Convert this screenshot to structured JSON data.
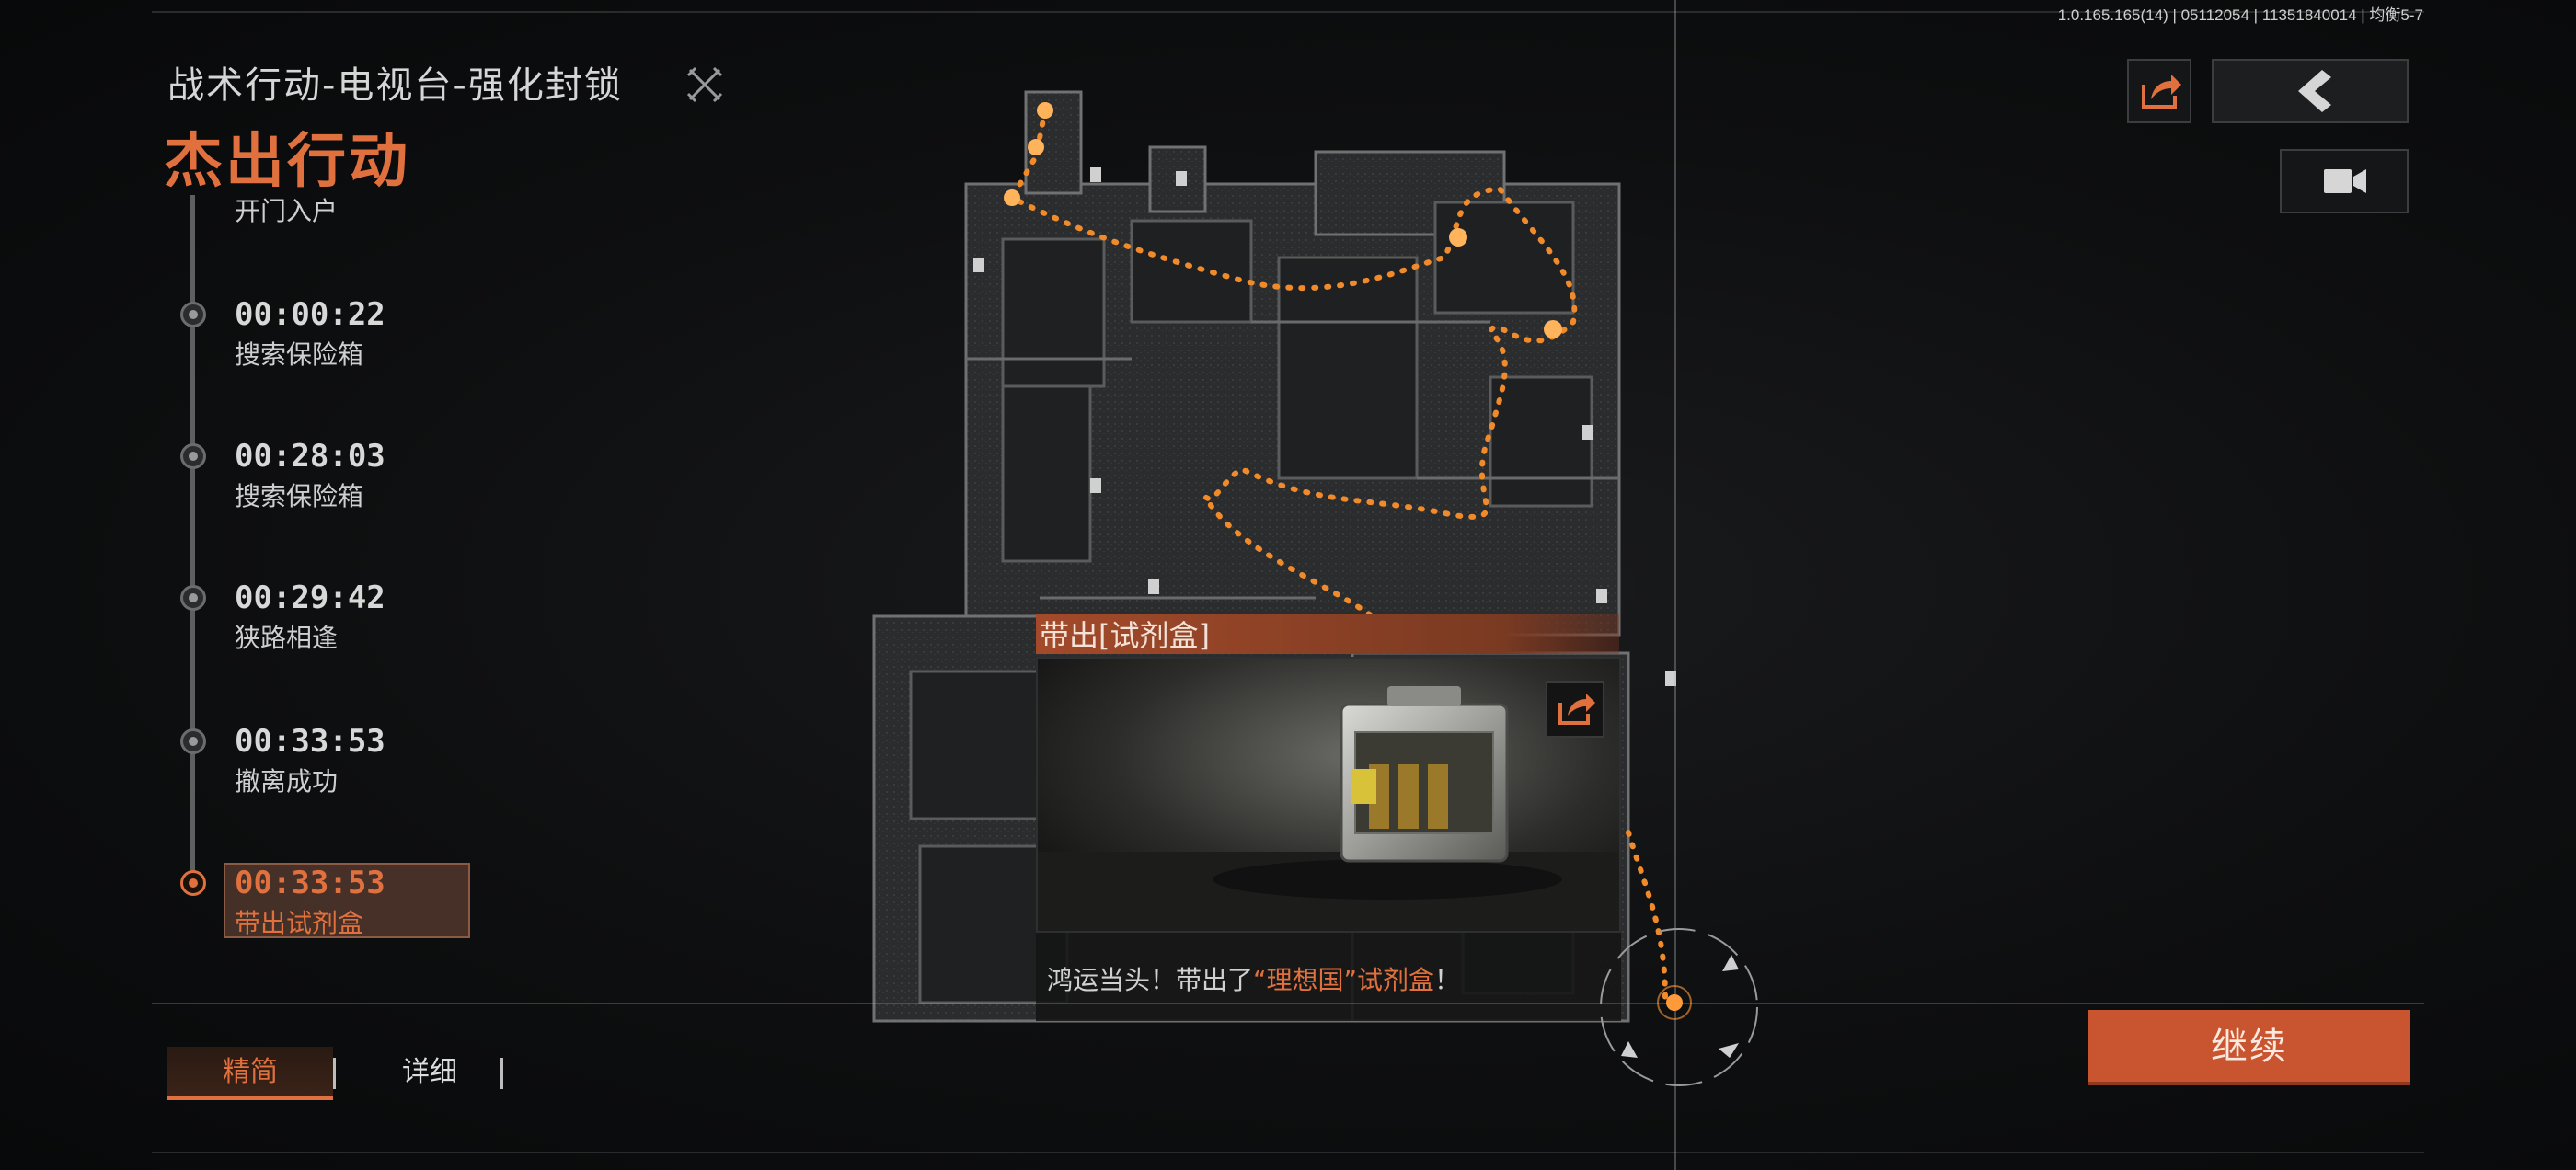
{
  "version": "1.0.165.165(14) | 05112054 | 11351840014 | 均衡5-7",
  "header": {
    "mode_title": "战术行动-电视台-强化封锁",
    "rating": "杰出行动"
  },
  "timeline": {
    "entries": [
      {
        "time": "",
        "label": "开门入户"
      },
      {
        "time": "00:00:22",
        "label": "搜索保险箱"
      },
      {
        "time": "00:28:03",
        "label": "搜索保险箱"
      },
      {
        "time": "00:29:42",
        "label": "狭路相逢"
      },
      {
        "time": "00:33:53",
        "label": "撤离成功"
      },
      {
        "time": "00:33:53",
        "label": "带出试剂盒",
        "active": true
      }
    ]
  },
  "event": {
    "title": "带出[试剂盒]",
    "caption_prefix": "鸿运当头！带出了",
    "caption_highlight": "“理想国”试剂盒",
    "caption_suffix": "！"
  },
  "tabs": [
    {
      "label": "精简",
      "active": true
    },
    {
      "label": "详细",
      "active": false
    }
  ],
  "buttons": {
    "continue_label": "继续"
  },
  "icons": {
    "share": "share-icon",
    "back": "chevron-left-icon",
    "video": "video-camera-icon",
    "mode": "crossed-swords-icon"
  },
  "colors": {
    "accent": "#e0703e",
    "button": "#c8552f",
    "path": "#f08a2a"
  }
}
